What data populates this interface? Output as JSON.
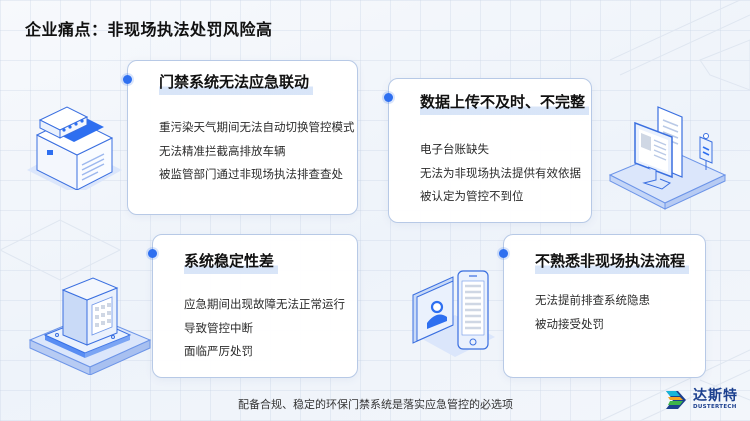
{
  "page": {
    "title": "企业痛点：非现场执法处罚风险高",
    "footer": "配备合规、稳定的环保门禁系统是落实应急管控的必选项"
  },
  "cards": [
    {
      "title": "门禁系统无法应急联动",
      "lines": [
        "重污染天气期间无法自动切换管控模式",
        "无法精准拦截高排放车辆",
        "被监管部门通过非现场执法排查查处"
      ],
      "icon": "gate-machine-icon"
    },
    {
      "title": "数据上传不及时、不完整",
      "lines": [
        "电子台账缺失",
        "无法为非现场执法提供有效依据",
        "被认定为管控不到位"
      ],
      "icon": "computer-documents-icon"
    },
    {
      "title": "系统稳定性差",
      "lines": [
        "应急期间出现故障无法正常运行",
        "导致管控中断",
        "面临严厉处罚"
      ],
      "icon": "server-box-icon"
    },
    {
      "title": "不熟悉非现场执法流程",
      "lines": [
        "无法提前排查系统隐患",
        "被动接受处罚"
      ],
      "icon": "phone-profile-icon"
    }
  ],
  "logo": {
    "name_cn": "达斯特",
    "name_en": "DUSTERTECH",
    "colors": {
      "blue": "#1b3f8e",
      "cyan": "#18b5d8",
      "orange": "#f5a623",
      "green": "#3cb34a"
    }
  },
  "colors": {
    "accent": "#2e6ff0",
    "card_border": "#b7c9e6",
    "title_text": "#111111"
  }
}
